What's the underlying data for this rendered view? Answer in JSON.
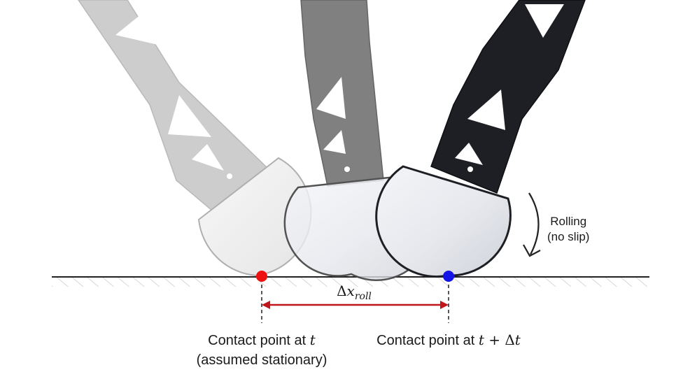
{
  "labels": {
    "rolling_line1": "Rolling",
    "rolling_line2": "(no slip)",
    "delta_prefix": "Δ",
    "delta_var": "x",
    "delta_sub": "roll",
    "contact_t_text": "Contact point at ",
    "contact_t_var": "t",
    "contact_t_note": "(assumed stationary)",
    "contact_tdt_text": "Contact point at ",
    "contact_tdt_var": "t",
    "contact_tdt_op": " + Δ",
    "contact_tdt_var2": "t"
  },
  "colors": {
    "contact_t_dot": "#ee1111",
    "contact_tdt_dot": "#1414e6",
    "displacement_arrow": "#c0161c",
    "leg_light": "#c9c9c9",
    "leg_mid": "#7a7a7a",
    "leg_dark": "#1d1f24",
    "ground_hatch": "#cfcfcf"
  },
  "icons": {
    "rolling_direction": "curved-arrow-icon"
  }
}
